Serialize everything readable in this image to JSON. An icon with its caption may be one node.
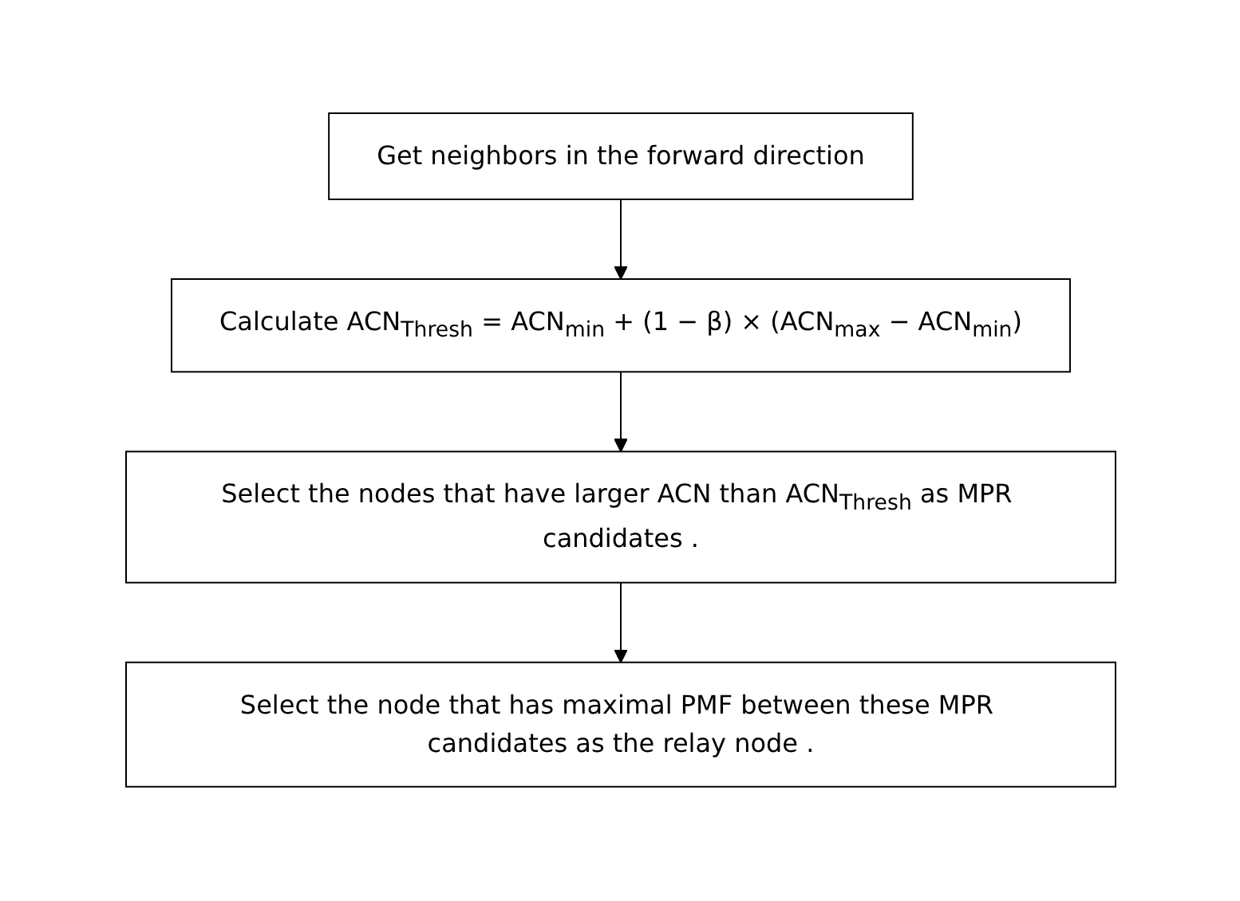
{
  "diagram": {
    "nodes": [
      {
        "text": [
          "Get neighbors in the forward direction"
        ]
      },
      {
        "text": [
          "Calculate ACN$_{Thresh}$ = ACN$_{min}$ + (1 − β) × (ACN$_{max}$ − ACN$_{min}$)"
        ]
      },
      {
        "text": [
          "Select the nodes that have larger ACN than ACN$_{Thresh}$ as MPR candidates ."
        ]
      },
      {
        "text": [
          "Select the node that has maximal PMF between these MPR candidates as the relay node ."
        ]
      }
    ],
    "edges": [
      {
        "from": 0,
        "to": 1,
        "arrow": "to"
      },
      {
        "from": 1,
        "to": 2,
        "arrow": "to"
      },
      {
        "from": 2,
        "to": 3,
        "arrow": "to"
      }
    ]
  }
}
